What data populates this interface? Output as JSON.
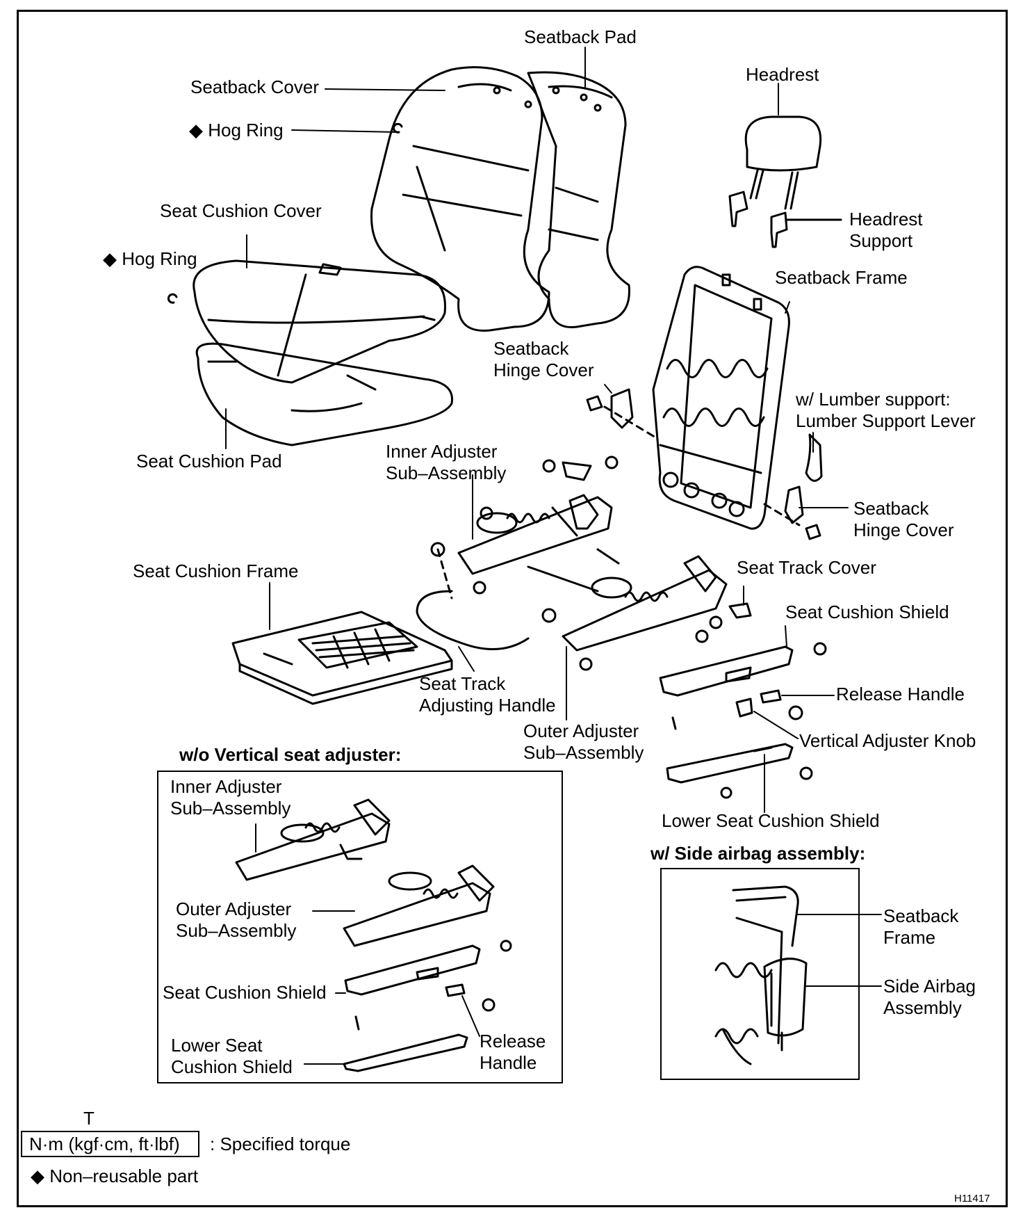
{
  "labels": {
    "seatback_pad": "Seatback Pad",
    "headrest": "Headrest",
    "seatback_cover": "Seatback Cover",
    "hog_ring_top": "Hog Ring",
    "seat_cushion_cover": "Seat Cushion Cover",
    "hog_ring_left": "Hog Ring",
    "headrest_support_1": "Headrest",
    "headrest_support_2": "Support",
    "seatback_frame": "Seatback Frame",
    "seatback_hinge_cover_a1": "Seatback",
    "seatback_hinge_cover_a2": "Hinge Cover",
    "lumber_1": "w/ Lumber support:",
    "lumber_2": "Lumber Support Lever",
    "seat_cushion_pad": "Seat Cushion Pad",
    "inner_adjuster_1": "Inner  Adjuster",
    "inner_adjuster_2": "Sub–Assembly",
    "seatback_hinge_cover_b1": "Seatback",
    "seatback_hinge_cover_b2": "Hinge Cover",
    "seat_cushion_frame": "Seat Cushion Frame",
    "seat_track_cover": "Seat Track Cover",
    "seat_cushion_shield": "Seat Cushion Shield",
    "release_handle": "Release Handle",
    "seat_track_handle_1": "Seat Track",
    "seat_track_handle_2": "Adjusting Handle",
    "outer_adjuster_1": "Outer Adjuster",
    "outer_adjuster_2": "Sub–Assembly",
    "vertical_knob": "Vertical Adjuster Knob",
    "lower_shield": "Lower Seat Cushion Shield"
  },
  "inset_wo": {
    "heading": "w/o Vertical seat adjuster:",
    "inner_1": "Inner Adjuster",
    "inner_2": "Sub–Assembly",
    "outer_1": "Outer Adjuster",
    "outer_2": "Sub–Assembly",
    "shield": "Seat Cushion Shield",
    "lower_1": "Lower Seat",
    "lower_2": "Cushion Shield",
    "release_1": "Release",
    "release_2": "Handle"
  },
  "inset_airbag": {
    "heading": "w/ Side airbag assembly:",
    "frame_1": "Seatback",
    "frame_2": "Frame",
    "airbag_1": "Side Airbag",
    "airbag_2": "Assembly"
  },
  "legend": {
    "torque_marker": "T",
    "torque_units": "N·m (kgf·cm, ft·lbf)",
    "torque_desc": ": Specified torque",
    "diamond": "◆",
    "nonreusable": "Non–reusable part"
  },
  "figure_code": "H11417"
}
